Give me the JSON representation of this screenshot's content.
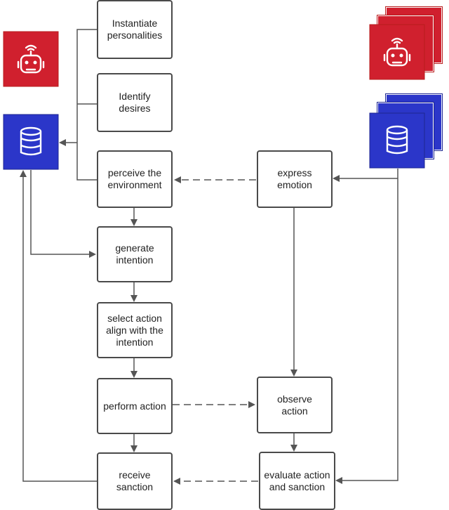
{
  "nodes": {
    "instantiate": "Instantiate\npersonalities",
    "identify": "Identify\ndesires",
    "perceive": "perceive the\nenvironment",
    "generate": "generate\nintention",
    "select": "select action\nalign with the\nintention",
    "perform": "perform action",
    "receive": "receive\nsanction",
    "express": "express\nemotion",
    "observe": "observe\naction",
    "evaluate": "evaluate action\nand sanction"
  },
  "icons": {
    "left_robot": "robot-icon",
    "left_database": "database-icon",
    "right_robot_stack": "robot-icon",
    "right_database_stack": "database-icon"
  },
  "colors": {
    "robot_red": "#d0202e",
    "database_blue": "#2b36c9",
    "line": "#555555"
  }
}
